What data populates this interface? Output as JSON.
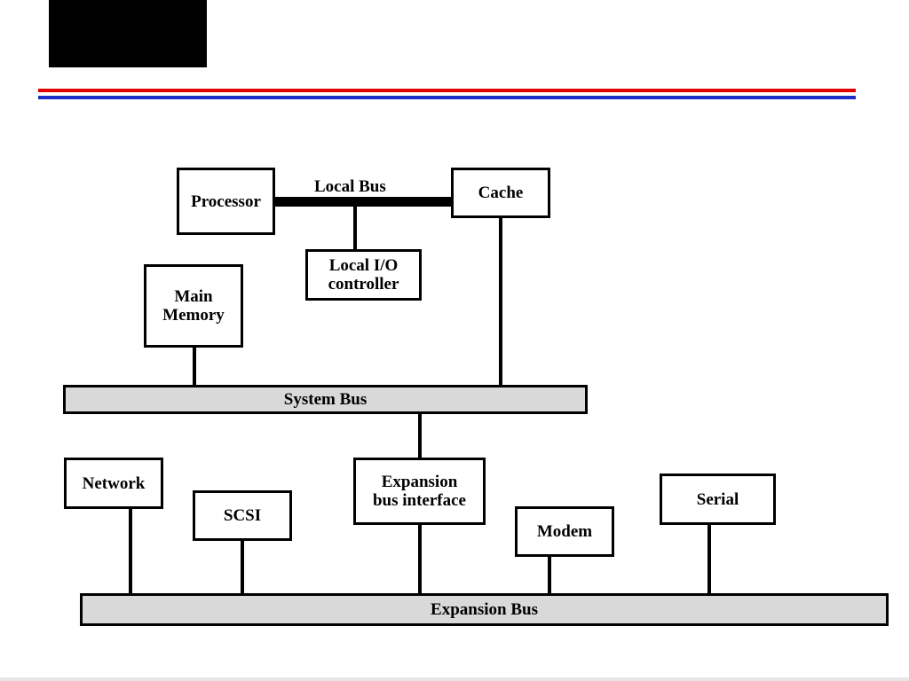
{
  "slide": {
    "title_line1": "Traditional (ISA)",
    "title_line2": "(with cache)"
  },
  "colors": {
    "rule_red": "#e30000",
    "rule_blue": "#1a2ec8",
    "bus_fill": "#d9d9d9",
    "stroke": "#000000"
  },
  "diagram": {
    "processor": "Processor",
    "local_bus": "Local Bus",
    "cache": "Cache",
    "local_io_controller": "Local I/O\ncontroller",
    "main_memory": "Main\nMemory",
    "system_bus": "System Bus",
    "network": "Network",
    "scsi": "SCSI",
    "expansion_bus_interface": "Expansion\nbus interface",
    "modem": "Modem",
    "serial": "Serial",
    "expansion_bus": "Expansion Bus"
  }
}
